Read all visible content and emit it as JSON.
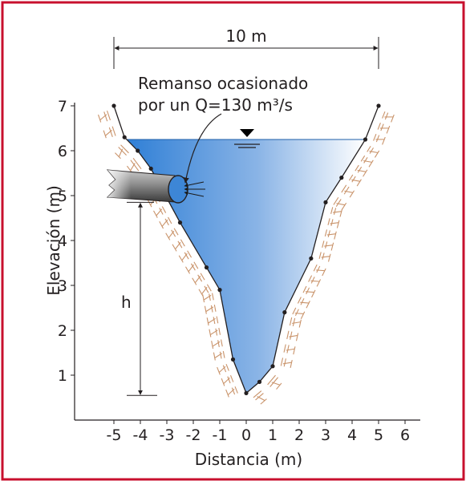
{
  "frame_color": "#c8102e",
  "figure": {
    "width_label": "10 m",
    "annotation_line1": "Remanso ocasionado",
    "annotation_line2": "por un Q=130 m³/s",
    "h_label": "h",
    "x_axis_label": "Distancia (m)",
    "y_axis_label": "Elevación (m)",
    "x_ticks": [
      "-5",
      "-4",
      "-3",
      "-2",
      "-1",
      "0",
      "1",
      "2",
      "3",
      "4",
      "5",
      "6"
    ],
    "y_ticks": [
      "1",
      "2",
      "3",
      "4",
      "5",
      "6",
      "7"
    ],
    "water_color_deep": "#2f7fd6",
    "water_color_light": "#ffffff",
    "soil_color": "#c9936a",
    "section_profile": [
      {
        "x": -5.0,
        "y": 7.0
      },
      {
        "x": -4.6,
        "y": 6.3
      },
      {
        "x": -4.1,
        "y": 6.0
      },
      {
        "x": -3.6,
        "y": 5.6
      },
      {
        "x": -2.5,
        "y": 4.4
      },
      {
        "x": -1.5,
        "y": 3.4
      },
      {
        "x": -1.0,
        "y": 2.9
      },
      {
        "x": -0.5,
        "y": 1.35
      },
      {
        "x": 0.0,
        "y": 0.6
      },
      {
        "x": 0.5,
        "y": 0.85
      },
      {
        "x": 1.0,
        "y": 1.2
      },
      {
        "x": 1.45,
        "y": 2.4
      },
      {
        "x": 2.45,
        "y": 3.6
      },
      {
        "x": 3.0,
        "y": 4.85
      },
      {
        "x": 3.6,
        "y": 5.4
      },
      {
        "x": 4.5,
        "y": 6.25
      },
      {
        "x": 5.0,
        "y": 7.0
      }
    ],
    "water_surface_elevation": 6.25,
    "pipe_invert_elevation": 4.85,
    "h_bottom_elevation": 0.55
  }
}
